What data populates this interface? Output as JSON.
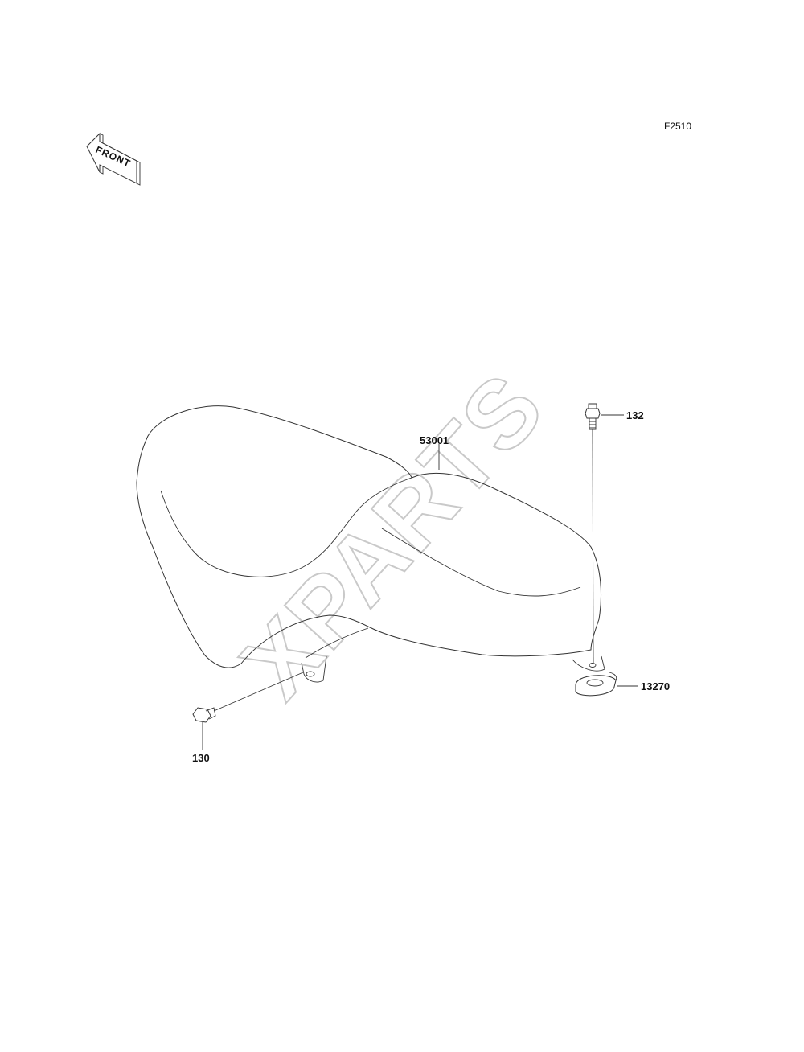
{
  "diagram": {
    "figure_code": "F2510",
    "front_indicator": "FRONT",
    "watermark": "XPARTS",
    "parts": [
      {
        "number": "53001",
        "icon": "seat"
      },
      {
        "number": "132",
        "icon": "bolt"
      },
      {
        "number": "13270",
        "icon": "plate-washer"
      },
      {
        "number": "130",
        "icon": "flange-bolt"
      }
    ]
  }
}
